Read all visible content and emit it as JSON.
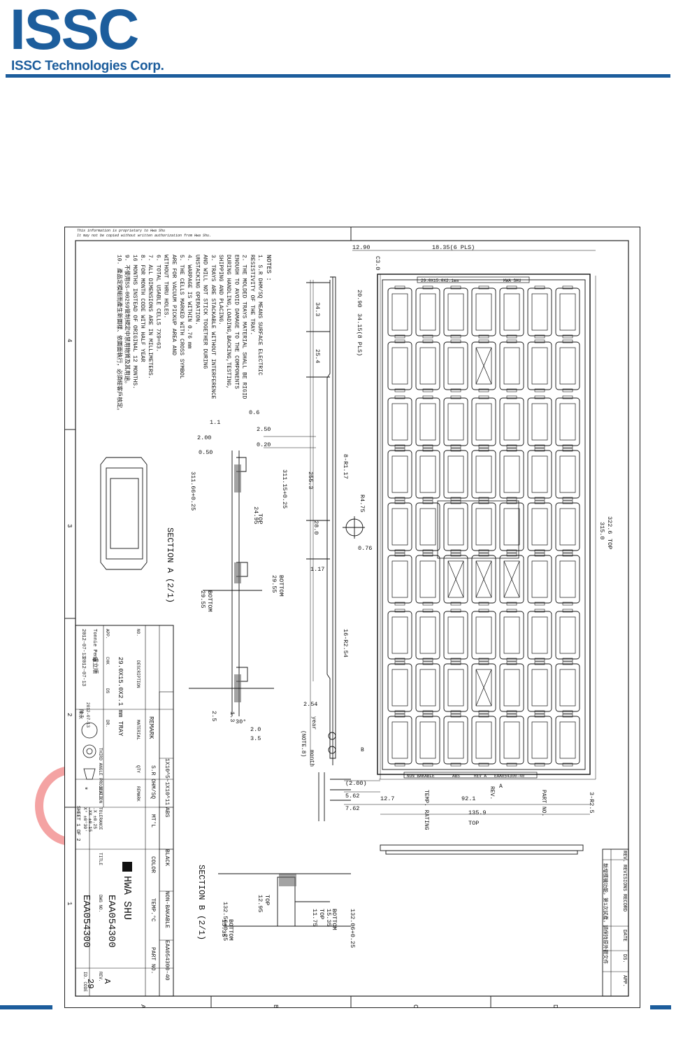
{
  "logo": {
    "wordmark": "ISSC",
    "company": "ISSC Technologies Corp.",
    "brand_color": "#1c5d9c"
  },
  "drawing": {
    "proprietary": [
      "This information is proprietary to Hwa Shu",
      "It may not be copied without written authorization from Hwa Shu."
    ],
    "notes_title": "NOTES :",
    "notes": [
      "1. S.R DHM/SQ MEANS SURFACE ELECTRIC",
      "   RESISTIVITY OF THE TRAY.",
      "2. THE MOLDED TRAYS MATERIAL SHALL BE RIGID",
      "   ENOUGH TO AVOID DAMAGE TO THE COMPONENTS",
      "   DURING HANDLING,LOADING,BACKING,TESTING,",
      "   SHIPPING AND PLACING.",
      "3. TRAYS ARE STACKABLE WITHOUT INTERFERENCE",
      "   AND WILL NOT STICK TOGETHER DURING",
      "   UNSTACKING OPERATION.",
      "4. WARPAGE IS WITHIN 0.76 mm",
      "5. THE CELLS MARKED WITH CROSS SYMBOL",
      "   ARE FOR VACUUM PICKUP AREA AND",
      "   WITHOUT THRU HOLES.",
      "6. TOTAL USABLE CELLS 7X9=63.",
      "7. ALL DIMENSIONS ARE IN MILLIMETERS.",
      "8. FOR MONTH CODE WITH HALF YEAR",
      "   16 MONTHS INSTEAD OF ORIGINAL 12 MONTHS.",
      "9. 不使用SS-00259管制規定中禁用物質及其用途。",
      "10. 產品定模組而產生新圖樣、依圖面執行，必須經客戶核定。"
    ],
    "dimensions": [
      "12.90",
      "18.35(6 PLS)",
      "C3.0",
      "20.90",
      "34.15(8 PLS)",
      "34.3",
      "25.4",
      "0.6",
      "1.1",
      "2.50",
      "2.00",
      "0.20",
      "0.50",
      "8-R1.17",
      "311.15+0.25",
      "311.66+0.25",
      "255.3",
      "24.95",
      "TOP",
      "R4.75",
      "28.0",
      "0.76",
      "1.17",
      "29.55",
      "BOTTOM",
      "29.55",
      "BOTTOM",
      "16-R2.54",
      "2.54",
      "1.3",
      "2.5",
      "30°",
      "2.0",
      "3.5",
      "(2.00)",
      "5.62",
      "7.62",
      "12.7",
      "92.1",
      "135.9",
      "TOP",
      "322.6",
      "315.0",
      "TOP",
      "3-R2.5",
      "132.06+0.25",
      "15.35",
      "BOTTOM",
      "11.75",
      "TOP",
      "12.95",
      "TOP",
      "15.35",
      "BOTTOM",
      "132.56+0.25"
    ],
    "labels": {
      "section_a": "SECTION A (2/1)",
      "section_b": "SECTION B (2/1)",
      "year": "year",
      "note8": "(NOTE.8)",
      "month": "month",
      "temp_rating": "TEMP. RATING",
      "rev": "REV.",
      "part_no": "PART NO.",
      "label_a": "A",
      "label_b": "B",
      "tray_top_text": "29.0X15.0X2.1mm",
      "tray_brand": "HWA SHU",
      "tray_bottom_text_1": "NON BAKABLE",
      "tray_bottom_text_2": "ABS",
      "tray_bottom_text_3": "REV A",
      "tray_bottom_text_4": "EAA054300-40"
    },
    "zone_numbers": [
      "4",
      "3",
      "2",
      "1"
    ],
    "zone_letters": [
      "A",
      "B",
      "C",
      "D"
    ],
    "revisions": {
      "headers": [
        "REV.",
        "REVISIONS RECORD",
        "DATE",
        "DS.",
        "APP."
      ],
      "row": "新增樣機功能，第1次試產，請保持原外觀文件"
    },
    "title_block": {
      "remark": "REMARK",
      "rows": [
        {
          "label": "S.R OHM/SQ",
          "value": "1X10^5~1X10^11"
        },
        {
          "label": "MT'L",
          "value": "ABS"
        },
        {
          "label": "COLOR",
          "value": "BLACK"
        },
        {
          "label": "TEMP.°C",
          "value": "NON-BAKABLE"
        },
        {
          "label": "PART NO.",
          "value": "EAA054300-40"
        }
      ],
      "headers": [
        "NO.",
        "DESCRIPTION",
        "MATERIAL",
        "QTY",
        "REMARK"
      ],
      "description": "29.0X15.0X2.1 mm TRAY",
      "app_label": "APP.",
      "chk_label": "CHK",
      "ds_label": "DS",
      "dr_label": "DR.",
      "app_name": "Tonnie Peng",
      "chk_name": "盧立順",
      "app_date": "2012-07-13",
      "chk_date": "2012-07-13",
      "stamp_date": "2012-07-13",
      "stamp_name": "陳永",
      "projection": "THIRD ANGLE PROJECTION",
      "scale_label": "SCALE",
      "scale": "*",
      "tolerance_label": "TOLERANCE",
      "tolerances": [
        ".X  ±0.25",
        ".XX ±0.15",
        "X°  ±0°30'"
      ],
      "sheet": "SHEET  1  OF  2",
      "title_label": "TITLE",
      "company": "HWA SHU",
      "dwg_label": "DWG NO.",
      "dwg_no": "EAA054300",
      "rev_label": "REV.",
      "rev": "A",
      "id_code_label": "ID. CODE",
      "id_code": "29",
      "part_big": "EAA054300"
    }
  }
}
